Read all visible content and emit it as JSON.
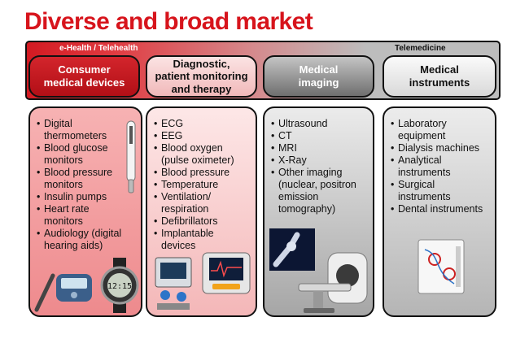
{
  "title": "Diverse and broad market",
  "banner": {
    "left_label": "e-Health / Telehealth",
    "right_label": "Telemedicine"
  },
  "columns": [
    {
      "heading": [
        "Consumer",
        "medical devices"
      ],
      "items": [
        "Digital thermometers",
        "Blood glucose monitors",
        "Blood pressure monitors",
        "Insulin pumps",
        "Heart rate monitors",
        "Audiology (digital hearing aids)"
      ]
    },
    {
      "heading": [
        "Diagnostic,",
        "patient monitoring",
        "and therapy"
      ],
      "items": [
        "ECG",
        "EEG",
        "Blood oxygen (pulse oximeter)",
        "Blood pressure",
        "Temperature",
        "Ventilation/ respiration",
        "Defibrillators",
        "Implantable devices"
      ]
    },
    {
      "heading": [
        "Medical",
        "imaging"
      ],
      "items": [
        "Ultrasound",
        "CT",
        "MRI",
        "X-Ray",
        "Other imaging (nuclear, positron emission tomography)"
      ]
    },
    {
      "heading": [
        "Medical",
        "instruments"
      ],
      "items": [
        "Laboratory equipment",
        "Dialysis machines",
        "Analytical instruments",
        "Surgical instruments",
        "Dental instruments"
      ]
    }
  ],
  "watch_display": "12:15",
  "colors": {
    "title_red": "#d7141c",
    "head_red": "#c8141b",
    "col1_pink": "#f2a0a2",
    "gray": "#cfcfcf"
  }
}
